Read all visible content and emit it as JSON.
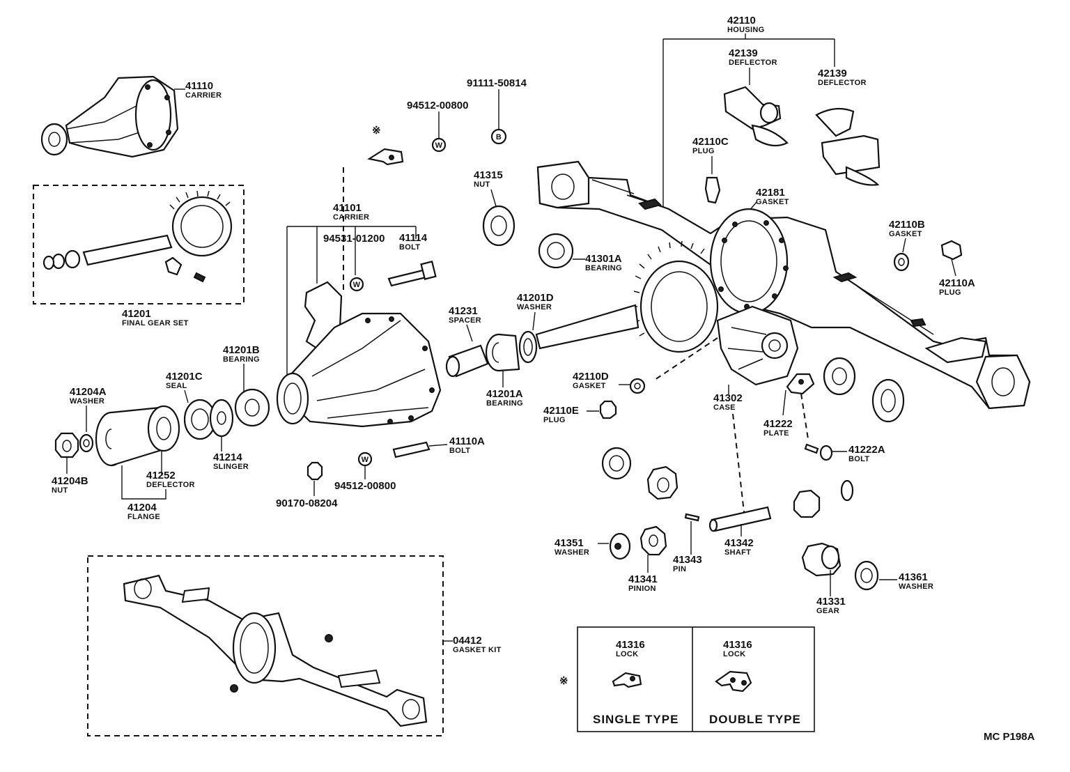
{
  "callouts": {
    "c41110": {
      "num": "41110",
      "name": "CARRIER"
    },
    "c41201": {
      "num": "41201",
      "name": "FINAL GEAR SET"
    },
    "c94512a": {
      "num": "94512-00800"
    },
    "c91111": {
      "num": "91111-50814"
    },
    "c41101": {
      "num": "41101",
      "name": "CARRIER"
    },
    "c94531": {
      "num": "94531-01200"
    },
    "c41114": {
      "num": "41114",
      "name": "BOLT"
    },
    "c41315": {
      "num": "41315",
      "name": "NUT"
    },
    "c42110": {
      "num": "42110",
      "name": "HOUSING"
    },
    "c42139a": {
      "num": "42139",
      "name": "DEFLECTOR"
    },
    "c42139b": {
      "num": "42139",
      "name": "DEFLECTOR"
    },
    "c42110C": {
      "num": "42110C",
      "name": "PLUG"
    },
    "c42181": {
      "num": "42181",
      "name": "GASKET"
    },
    "c41301A": {
      "num": "41301A",
      "name": "BEARING"
    },
    "c42110B": {
      "num": "42110B",
      "name": "GASKET"
    },
    "c42110A": {
      "num": "42110A",
      "name": "PLUG"
    },
    "c41201D": {
      "num": "41201D",
      "name": "WASHER"
    },
    "c41231": {
      "num": "41231",
      "name": "SPACER"
    },
    "c41201A": {
      "num": "41201A",
      "name": "BEARING"
    },
    "c41201B": {
      "num": "41201B",
      "name": "BEARING"
    },
    "c41201C": {
      "num": "41201C",
      "name": "SEAL"
    },
    "c41204A": {
      "num": "41204A",
      "name": "WASHER"
    },
    "c41204B": {
      "num": "41204B",
      "name": "NUT"
    },
    "c41252": {
      "num": "41252",
      "name": "DEFLECTOR"
    },
    "c41214": {
      "num": "41214",
      "name": "SLINGER"
    },
    "c41204": {
      "num": "41204",
      "name": "FLANGE"
    },
    "c41110A": {
      "num": "41110A",
      "name": "BOLT"
    },
    "c94512b": {
      "num": "94512-00800"
    },
    "c90170": {
      "num": "90170-08204"
    },
    "c42110D": {
      "num": "42110D",
      "name": "GASKET"
    },
    "c42110E": {
      "num": "42110E",
      "name": "PLUG"
    },
    "c41302": {
      "num": "41302",
      "name": "CASE"
    },
    "c41222": {
      "num": "41222",
      "name": "PLATE"
    },
    "c41222A": {
      "num": "41222A",
      "name": "BOLT"
    },
    "c41351": {
      "num": "41351",
      "name": "WASHER"
    },
    "c41341": {
      "num": "41341",
      "name": "PINION"
    },
    "c41343": {
      "num": "41343",
      "name": "PIN"
    },
    "c41342": {
      "num": "41342",
      "name": "SHAFT"
    },
    "c41331": {
      "num": "41331",
      "name": "GEAR"
    },
    "c41361": {
      "num": "41361",
      "name": "WASHER"
    },
    "c04412": {
      "num": "04412",
      "name": "GASKET KIT"
    }
  },
  "markers": {
    "washer_letter": "W",
    "bolt_letter": "B",
    "asterisk": "※"
  },
  "lock_table": {
    "single": {
      "num": "41316",
      "name": "LOCK",
      "type_label": "SINGLE TYPE"
    },
    "double": {
      "num": "41316",
      "name": "LOCK",
      "type_label": "DOUBLE TYPE"
    }
  },
  "figure_code": "MC P198A"
}
